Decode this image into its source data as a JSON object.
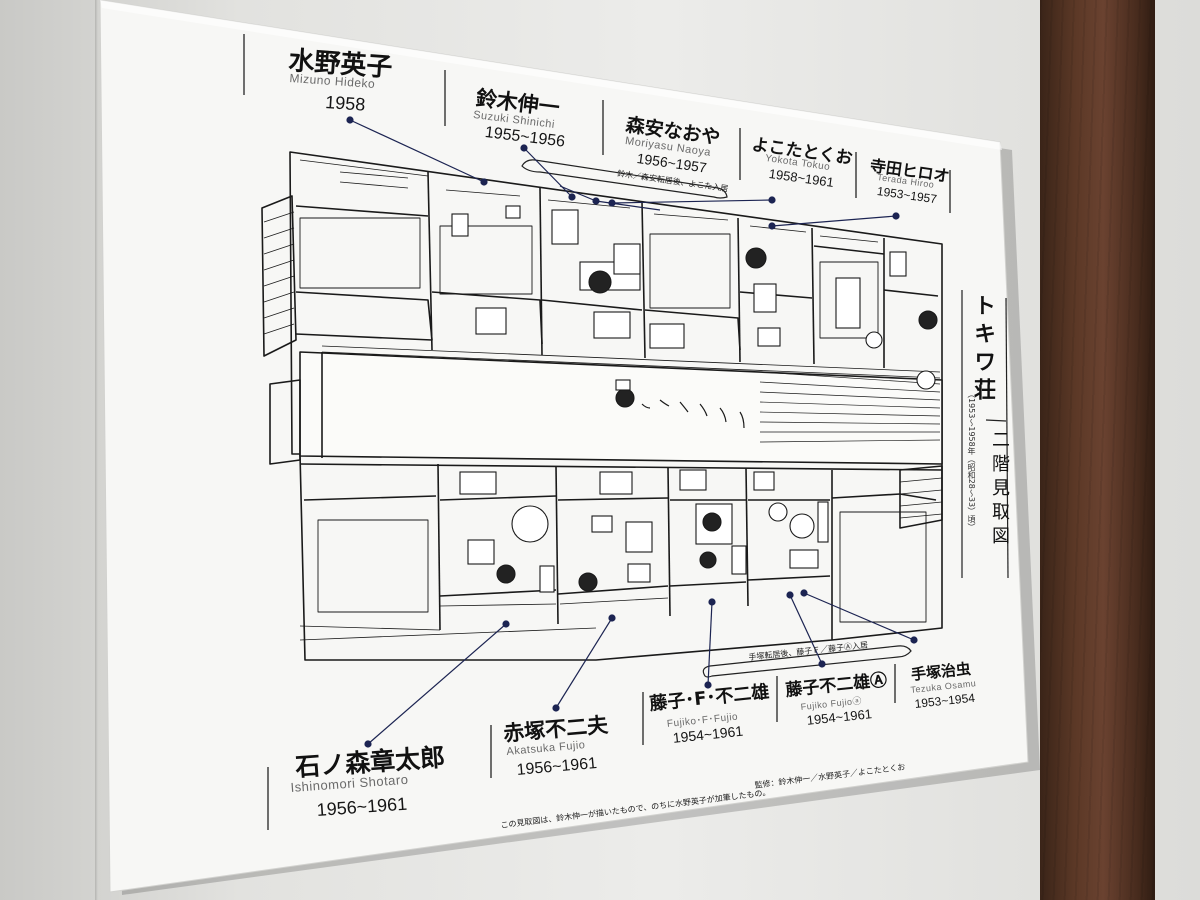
{
  "title": {
    "main": "トキワ荘",
    "sub": "二階見取図",
    "period": "（1953〜1958年（昭和28〜33）頃）"
  },
  "residents_top": [
    {
      "name": "水野英子",
      "romaji": "Mizuno Hideko",
      "years": "1958"
    },
    {
      "name": "鈴木伸一",
      "romaji": "Suzuki Shinichi",
      "years": "1955~1956"
    },
    {
      "name": "森安なおや",
      "romaji": "Moriyasu Naoya",
      "years": "1956~1957"
    },
    {
      "name": "よこたとくお",
      "romaji": "Yokota Tokuo",
      "years": "1958~1961"
    },
    {
      "name": "寺田ヒロオ",
      "romaji": "Terada Hiroo",
      "years": "1953~1957"
    }
  ],
  "residents_bottom": [
    {
      "name": "石ノ森章太郎",
      "romaji": "Ishinomori Shotaro",
      "years": "1956~1961"
    },
    {
      "name": "赤塚不二夫",
      "romaji": "Akatsuka Fujio",
      "years": "1956~1961"
    },
    {
      "name": "藤子･F･不二雄",
      "romaji": "Fujiko･F･Fujio",
      "years": "1954~1961"
    },
    {
      "name": "藤子不二雄Ⓐ",
      "romaji": "Fujiko Fujioⓐ",
      "years": "1954~1961"
    },
    {
      "name": "手塚治虫",
      "romaji": "Tezuka Osamu",
      "years": "1953~1954"
    }
  ],
  "notes": {
    "top_bracket": "鈴木／森安転居後、よこた入居",
    "bottom_bracket": "手塚転居後、藤子Ｆ／藤子Ⓐ入居",
    "footer": "この見取図は、鈴木伸一が描いたもので、のちに水野英子が加筆したもの。",
    "supervision": "監修：鈴木伸一／水野英子／よこたとくお"
  },
  "colors": {
    "board": "#f7f7f5",
    "ink": "#1a1a1a",
    "leader": "#1c2452",
    "wood": "#5b3826"
  }
}
